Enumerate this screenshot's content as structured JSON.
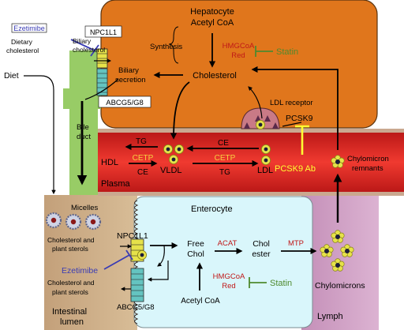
{
  "colors": {
    "hepatocyte": "#e0761c",
    "plasma": "#dc2a24",
    "enterocyte": "#d9f6fb",
    "lumen": "#c9a882",
    "lymph": "#d4a3c6",
    "bile": "#98cc66",
    "drug_blue": "#3a3cb4",
    "statin_green": "#4f8a2e",
    "enzyme_red": "#c01818",
    "pcsk9_yellow": "#ffff33",
    "particle": "#e6e24a"
  },
  "liver": {
    "title": "Hepatocyte",
    "acetyl": "Acetyl CoA",
    "synthesis": "Synthesis",
    "hmg": "HMGCoA",
    "red": "Red",
    "statin": "Statin",
    "biliary_secretion_1": "Biliary",
    "biliary_secretion_2": "secretion",
    "cholesterol": "Cholesterol",
    "ldl_receptor": "LDL receptor",
    "pcsk9": "PCSK9",
    "abcg": "ABCG5/G8",
    "npc1l1": "NPC1L1",
    "biliary_chol_1": "Biliary",
    "biliary_chol_2": "cholesterol"
  },
  "left": {
    "ezetimibe": "Ezetimibe",
    "dietary_1": "Dietary",
    "dietary_2": "cholesterol",
    "diet": "Diet",
    "bile_duct_1": "Bile",
    "bile_duct_2": "duct"
  },
  "plasma": {
    "tg_top": "TG",
    "ce_top": "CE",
    "hdl": "HDL",
    "cetp_left": "CETP",
    "cetp_right": "CETP",
    "vldl": "VLDL",
    "ldl": "LDL",
    "ce_bottom": "CE",
    "tg_bottom": "TG",
    "label": "Plasma",
    "pcsk9_ab": "PCSK9 Ab",
    "chylo_remnants_1": "Chylomicron",
    "chylo_remnants_2": "remnants"
  },
  "gut": {
    "micelles": "Micelles",
    "enterocyte": "Enterocyte",
    "chol_plant_1a": "Cholesterol and",
    "chol_plant_1b": "plant sterols",
    "npc1l1": "NPC1L1",
    "ezetimibe": "Ezetimibe",
    "chol_plant_2a": "Cholesterol and",
    "chol_plant_2b": "plant sterols",
    "abcg": "ABCG5/G8",
    "lumen_1": "Intestinal",
    "lumen_2": "lumen",
    "free_chol_1": "Free",
    "free_chol_2": "Chol",
    "acat": "ACAT",
    "chol_ester_1": "Chol",
    "chol_ester_2": "ester",
    "mtp": "MTP",
    "hmg": "HMGCoA",
    "red": "Red",
    "statin": "Statin",
    "acetyl": "Acetyl CoA",
    "chylomicrons": "Chylomicrons",
    "lymph": "Lymph"
  }
}
